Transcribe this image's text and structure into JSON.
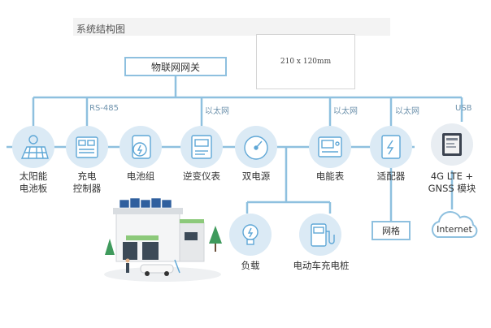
{
  "title": "系统结构图",
  "note": "210 x 120mm",
  "gateway": "物联网网关",
  "protocols": {
    "rs485": "RS-485",
    "eth1": "以太网",
    "eth2": "以太网",
    "eth3": "以太网",
    "usb": "USB"
  },
  "nodes": {
    "solar": [
      "太阳能",
      "电池板"
    ],
    "charge_controller": [
      "充电",
      "控制器"
    ],
    "battery": "电池组",
    "inverter": "逆变仪表",
    "dual_power": "双电源",
    "meter": "电能表",
    "adapter": "适配器",
    "lte": [
      "4G LTE +",
      "GNSS 模块"
    ],
    "load": "负载",
    "ev_charger": "电动车充电桩"
  },
  "grid": "网格",
  "internet": "Internet",
  "colors": {
    "line": "#8ec0df",
    "node_fill": "#dbeaf5",
    "icon_stroke": "#5fa7d6",
    "label": "#333333"
  }
}
